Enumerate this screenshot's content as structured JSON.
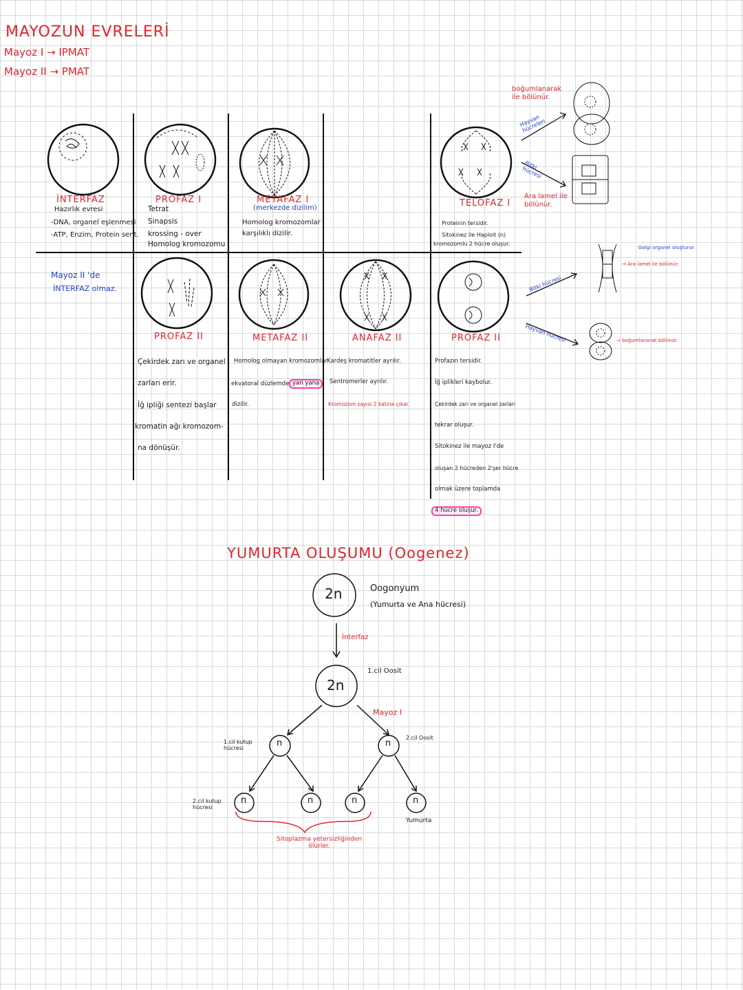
{
  "page": {
    "title": "MAYOZUN EVRELERİ",
    "lines": [
      "Mayoz I → IPMAT",
      "Mayoz II → PMAT"
    ]
  },
  "phases_row1": [
    {
      "name": "İNTERFAZ",
      "notes": [
        "Hazırlık evresi",
        "-DNA, organel eşlenmesi",
        "-ATP, Enzim, Protein sent."
      ]
    },
    {
      "name": "PROFAZ I",
      "notes": [
        "Tetrat",
        "Sinapsis",
        "krossing - over",
        "Homolog kromozomu"
      ]
    },
    {
      "name": "METAFAZ I",
      "sub": "(merkezde dizilim)",
      "notes": [
        "Homolog kromozomlar",
        "karşılıklı dizilir."
      ]
    },
    {
      "name": "TELOFAZ I",
      "notes": [
        "Proteinin tersidir.",
        "Sitokinez ile Haploit (n)",
        "kromozomlu 2 hücre oluşur."
      ]
    }
  ],
  "telofaz_annotations": {
    "top": "boğumlanarak ile bölünür.",
    "hayvan": "Hayvan hücreleri",
    "bitki": "Bitki hücresi",
    "ara_lamel": "Ara lamel ile bölünür."
  },
  "mayoz2_note": [
    "Mayoz II 'de",
    "İNTERFAZ olmaz."
  ],
  "phases_row2": [
    {
      "name": "PROFAZ II",
      "notes": [
        "Çekirdek zarı ve organel",
        "zarları erir.",
        "İğ ipliği sentezi başlar",
        "kromatin ağı kromozom-",
        "na dönüşür."
      ]
    },
    {
      "name": "METAFAZ II",
      "notes_a": "Homolog olmayan kromozomlar",
      "notes_b": "ekvatoral düzlemde",
      "highlight": "yan yana",
      "notes_c": "dizilir."
    },
    {
      "name": "ANAFAZ II",
      "notes": [
        "Kardeş kromatitler ayrılır.",
        "Sentromerler ayrılır."
      ],
      "red_note": "Kromozom sayısı 2 katına çıkar."
    },
    {
      "name": "PROFAZ II",
      "notes": [
        "Profazın tersidir.",
        "İğ iplikleri kaybolur.",
        "Çekirdek zarı ve organel zarları",
        "tekrar oluşur.",
        "Sitokinez ile mayoz I'de",
        "oluşan 2 hücreden 2'şer hücre",
        "olmak üzere toplamda"
      ],
      "highlight": "4 hücre oluşur."
    }
  ],
  "right_annotations": {
    "golgi": "Golgi organel oluşturur.",
    "ara_lamel2": "→ Ara lamel ile bölünür.",
    "bitki2": "Bitki hücresi",
    "hayvan2": "Hayvan hücresi",
    "bogum2": "→ boğumlanarak bölünür."
  },
  "oogenez": {
    "title": "YUMURTA OLUŞUMU (Oogenez)",
    "root": {
      "label": "2n",
      "name": "Oogonyum",
      "desc": "(Yumurta ve Ana hücresi)"
    },
    "step1": "İnterfaz",
    "level1": {
      "label": "2n",
      "name": "1.cil Oosit"
    },
    "step2": "Mayoz I",
    "level2": [
      {
        "label": "n",
        "name": "1.cil kutup hücresi"
      },
      {
        "label": "n",
        "name": "2.cil Oosit"
      }
    ],
    "level3": [
      {
        "label": "n"
      },
      {
        "label": "n"
      },
      {
        "label": "n"
      },
      {
        "label": "n"
      }
    ],
    "level3_left": "2.cil kutup hücresi",
    "level3_right": "Yumurta",
    "bracket_note": "Sitoplazma yetersizliğinden ölürler."
  }
}
